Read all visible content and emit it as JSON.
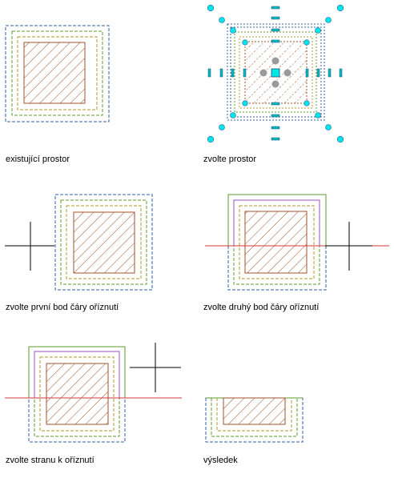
{
  "captions": [
    "existující prostor",
    "zvolte prostor",
    "zvolte první bod čáry oříznutí",
    "zvolte druhý bod čáry oříznutí",
    "zvolte stranu k oříznutí",
    "výsledek"
  ],
  "colors": {
    "outer_boundary": "#2f5fa7",
    "green_boundary": "#5f9b2e",
    "olive_boundary": "#b59a2a",
    "hatch": "#a0522d",
    "purple_boundary": "#9a4fc9",
    "trim_line": "#d63a3a",
    "grip": "#00e5e5",
    "center_grip": "#9a9a9a",
    "crosshair": "#000000"
  }
}
